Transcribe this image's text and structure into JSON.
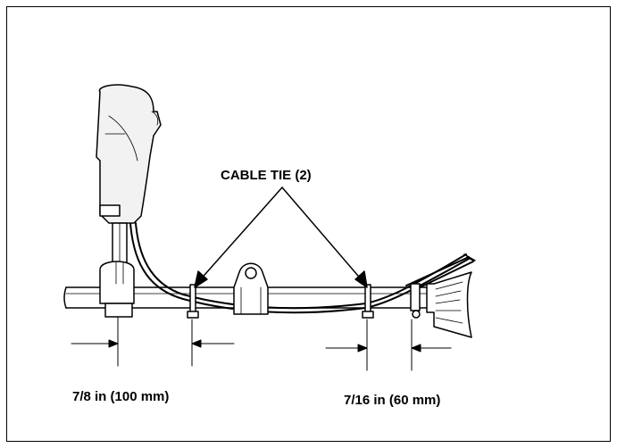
{
  "labels": {
    "cable_tie": "CABLE TIE (2)",
    "left_dimension": "7/8 in (100 mm)",
    "right_dimension": "7/16 in (60 mm)"
  },
  "colors": {
    "ink": "#000000",
    "shaft_fill": "#ffffff",
    "grip_fill": "#f2f2f2"
  }
}
